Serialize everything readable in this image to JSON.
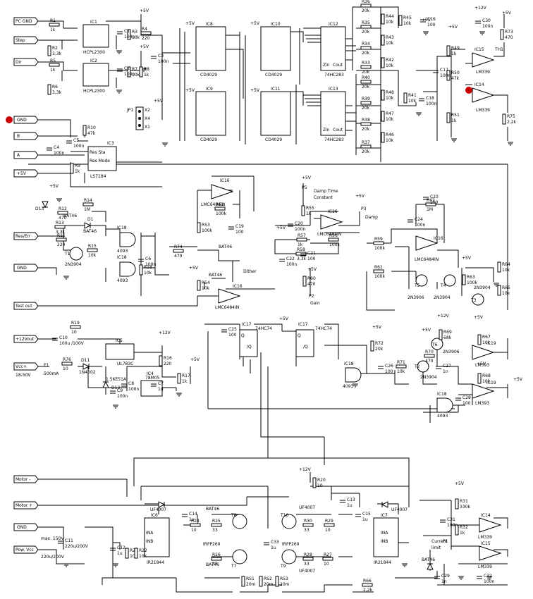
{
  "connectors": [
    {
      "id": "pc-gnd",
      "label": "PC GND"
    },
    {
      "id": "step",
      "label": "Step"
    },
    {
      "id": "dir",
      "label": "Dir"
    },
    {
      "id": "gnd-a",
      "label": "GND"
    },
    {
      "id": "b",
      "label": "B"
    },
    {
      "id": "a",
      "label": "A"
    },
    {
      "id": "p5v",
      "label": "+5V"
    },
    {
      "id": "res-err",
      "label": "Res/Err"
    },
    {
      "id": "gnd-b",
      "label": "GND"
    },
    {
      "id": "test-out",
      "label": "Test out"
    },
    {
      "id": "p12vout",
      "label": "+12Vout"
    },
    {
      "id": "vcc",
      "label": "Vcc+"
    },
    {
      "id": "vcc-range",
      "label": "18-50V"
    },
    {
      "id": "motor-minus",
      "label": "Motor -"
    },
    {
      "id": "motor-plus",
      "label": "Motor +"
    },
    {
      "id": "gnd-c",
      "label": "GND"
    },
    {
      "id": "pow-vcc",
      "label": "Pow. Vcc"
    }
  ],
  "ics": {
    "ic1": "IC1",
    "ic1_part": "HCPL2300",
    "ic2": "IC2",
    "ic2_part": "HCPL2300",
    "ic3": "IC3",
    "ic3_part": "LS7184",
    "ic8": "IC8",
    "ic8_part": "CD4029",
    "ic9": "IC9",
    "ic9_part": "CD4029",
    "ic10": "IC10",
    "ic10_part": "CD4029",
    "ic11": "IC11",
    "ic11_part": "CD4029",
    "ic12": "IC12",
    "ic12_part": "74HC283",
    "ic13": "IC13",
    "ic13_part": "74HC283",
    "ic15": "IC15",
    "ic15_part": "LM339",
    "ic14": "IC14",
    "ic14_part": "LM339",
    "ic18": "IC18",
    "ic18_part": "4093",
    "ic16": "IC16",
    "ic16_part": "LMC6484IN",
    "ic17": "IC17",
    "ic17_part": "74HC74",
    "ic19": "IC19",
    "ic19_part": "LM393",
    "ic5": "IC5",
    "ic5_part": "UL783C",
    "ic4": "IC4",
    "ic4_part": "78M05",
    "ic6": "IC6",
    "ic6_part": "IR21844",
    "ic7": "IC7",
    "ic7_part": "IR21844"
  },
  "rails": {
    "p5v": "+5V",
    "p12v": "+12V"
  },
  "labels": {
    "jp1": "JP1",
    "x1": "X1",
    "x2": "X2",
    "x4": "X4",
    "damp_time": "Damp Time",
    "constant": "Constant",
    "damp": "Damp",
    "dither": "Dither",
    "gain": "Gain",
    "current_limit": "Current",
    "limit": "limit",
    "max150": "max. 150V",
    "c11": "220u/200V",
    "p1": "P1",
    "p2": "P2",
    "p3": "P3",
    "p5": "P5",
    "th1": "TH1",
    "t1": "T1",
    "t1_part": "2N3904",
    "t2": "T2",
    "t2_part": "2N3904",
    "t3": "T3",
    "t3_part": "2N3904",
    "t4": "T4",
    "t4_part": "2N3904",
    "t5": "T5",
    "t5_part": "2N3906",
    "t6": "T6",
    "t6_part": "2N3906",
    "t7": "T7",
    "t8": "T8",
    "t9": "T9",
    "t10": "T10",
    "irfp": "IRFP260",
    "d1": "D1",
    "bat46": "BAT46",
    "d11": "D11",
    "d11_part": "1N4002",
    "d12": "D12",
    "d12_part": "1.5KE51A",
    "uf": "UF4007",
    "d13": "D13",
    "res_sta": "Res Sta",
    "res_mode": "Res Mode",
    "ina": "INA",
    "inb": "INB",
    "f1": "F1",
    "f1_val": "500mA",
    "zin": "Zin",
    "cout": "Cout",
    "q": "Q",
    "qbar": "/Q"
  },
  "resistors": [
    {
      "n": "R1",
      "v": "1k"
    },
    {
      "n": "R2",
      "v": "3,3k"
    },
    {
      "n": "R3",
      "v": "10k"
    },
    {
      "n": "R4",
      "v": "220"
    },
    {
      "n": "R5",
      "v": "1k"
    },
    {
      "n": "R6",
      "v": "3,3k"
    },
    {
      "n": "R7",
      "v": "10k"
    },
    {
      "n": "R8",
      "v": "1k"
    },
    {
      "n": "R9",
      "v": "1k"
    },
    {
      "n": "R10",
      "v": "47k"
    },
    {
      "n": "R11",
      "v": "220"
    },
    {
      "n": "R12",
      "v": "470"
    },
    {
      "n": "R13",
      "v": "3,3k"
    },
    {
      "n": "R14",
      "v": "1M"
    },
    {
      "n": "R15",
      "v": "10k"
    },
    {
      "n": "R18",
      "v": "10k"
    },
    {
      "n": "R19",
      "v": "10"
    },
    {
      "n": "R76",
      "v": "10"
    },
    {
      "n": "R16",
      "v": "220"
    },
    {
      "n": "R17",
      "v": "1k"
    },
    {
      "n": "R36",
      "v": "20k"
    },
    {
      "n": "R35",
      "v": "20k"
    },
    {
      "n": "R34",
      "v": "20k"
    },
    {
      "n": "R33",
      "v": "20k"
    },
    {
      "n": "R44",
      "v": "10k"
    },
    {
      "n": "R43",
      "v": "10k"
    },
    {
      "n": "R42",
      "v": "10k"
    },
    {
      "n": "R45",
      "v": "10k"
    },
    {
      "n": "R40",
      "v": "20k"
    },
    {
      "n": "R39",
      "v": "20k"
    },
    {
      "n": "R38",
      "v": "20k"
    },
    {
      "n": "R37",
      "v": "20k"
    },
    {
      "n": "R48",
      "v": "10k"
    },
    {
      "n": "R47",
      "v": "10k"
    },
    {
      "n": "R46",
      "v": "10k"
    },
    {
      "n": "R41",
      "v": "10k"
    },
    {
      "n": "R49",
      "v": "1k"
    },
    {
      "n": "R50",
      "v": "47k"
    },
    {
      "n": "R51",
      "v": "1k"
    },
    {
      "n": "R73",
      "v": "470"
    },
    {
      "n": "R75",
      "v": "2,2k"
    },
    {
      "n": "R53",
      "v": "100k"
    },
    {
      "n": "R52",
      "v": "100k"
    },
    {
      "n": "R74",
      "v": "470"
    },
    {
      "n": "R54",
      "v": "10k"
    },
    {
      "n": "R55",
      "v": "1k"
    },
    {
      "n": "R57",
      "v": "1k"
    },
    {
      "n": "R56",
      "v": "100k"
    },
    {
      "n": "R58",
      "v": "3,3k"
    },
    {
      "n": "R60",
      "v": "470"
    },
    {
      "n": "R59",
      "v": "100k"
    },
    {
      "n": "R61",
      "v": "100k"
    },
    {
      "n": "R62",
      "v": "1M"
    },
    {
      "n": "R63",
      "v": "100k"
    },
    {
      "n": "R64",
      "v": "10k"
    },
    {
      "n": "R65",
      "v": "10k"
    },
    {
      "n": "R72",
      "v": "20k"
    },
    {
      "n": "R71",
      "v": "10k"
    },
    {
      "n": "R70",
      "v": "470"
    },
    {
      "n": "R69",
      "v": "68k"
    },
    {
      "n": "R67",
      "v": "10k"
    },
    {
      "n": "R68",
      "v": "10k"
    },
    {
      "n": "R20",
      "v": "10"
    },
    {
      "n": "R21",
      "v": "10k"
    },
    {
      "n": "R22",
      "v": "10k"
    },
    {
      "n": "R24",
      "v": "10"
    },
    {
      "n": "R25",
      "v": "33"
    },
    {
      "n": "R26",
      "v": "33"
    },
    {
      "n": "R27",
      "v": "10"
    },
    {
      "n": "R28",
      "v": "33"
    },
    {
      "n": "R29",
      "v": "10"
    },
    {
      "n": "R30",
      "v": "33"
    },
    {
      "n": "R31",
      "v": "330k"
    },
    {
      "n": "R32",
      "v": "1k"
    },
    {
      "n": "RS1",
      "v": "20m"
    },
    {
      "n": "RS2",
      "v": "20m"
    },
    {
      "n": "RS3",
      "v": "20m"
    },
    {
      "n": "R66",
      "v": "2,2k"
    }
  ],
  "capacitors": [
    {
      "n": "C1",
      "v": "100n"
    },
    {
      "n": "C2",
      "v": "100n"
    },
    {
      "n": "C3",
      "v": "100n"
    },
    {
      "n": "C4",
      "v": "100n"
    },
    {
      "n": "C5",
      "v": "100n"
    },
    {
      "n": "C6",
      "v": "100n"
    },
    {
      "n": "C7",
      "v": "1u"
    },
    {
      "n": "C8",
      "v": "100n"
    },
    {
      "n": "C9",
      "v": "100n"
    },
    {
      "n": "C10",
      "v": "100u /100V"
    },
    {
      "n": "C16",
      "v": "100"
    },
    {
      "n": "C17",
      "v": "100n"
    },
    {
      "n": "C18",
      "v": "100n"
    },
    {
      "n": "C30",
      "v": "100n"
    },
    {
      "n": "C19",
      "v": "100"
    },
    {
      "n": "C20",
      "v": "100n"
    },
    {
      "n": "C21",
      "v": "100"
    },
    {
      "n": "C22",
      "v": "100n"
    },
    {
      "n": "C23",
      "v": "100"
    },
    {
      "n": "C24",
      "v": "100n"
    },
    {
      "n": "C25",
      "v": "100"
    },
    {
      "n": "C26",
      "v": "100"
    },
    {
      "n": "C27",
      "v": "1n"
    },
    {
      "n": "C28",
      "v": "100"
    },
    {
      "n": "C12",
      "v": "1u"
    },
    {
      "n": "C14",
      "v": "1u"
    },
    {
      "n": "C13",
      "v": "1u"
    },
    {
      "n": "C15",
      "v": "1u"
    },
    {
      "n": "C33",
      "v": "1u"
    },
    {
      "n": "C11",
      "v": "220u/200V"
    },
    {
      "n": "C29",
      "v": "1n"
    },
    {
      "n": "C31",
      "v": "100n"
    },
    {
      "n": "C32",
      "v": "100n"
    }
  ],
  "style": {
    "ink": "#000000",
    "marker": "#cc0000",
    "background": "#ffffff"
  }
}
